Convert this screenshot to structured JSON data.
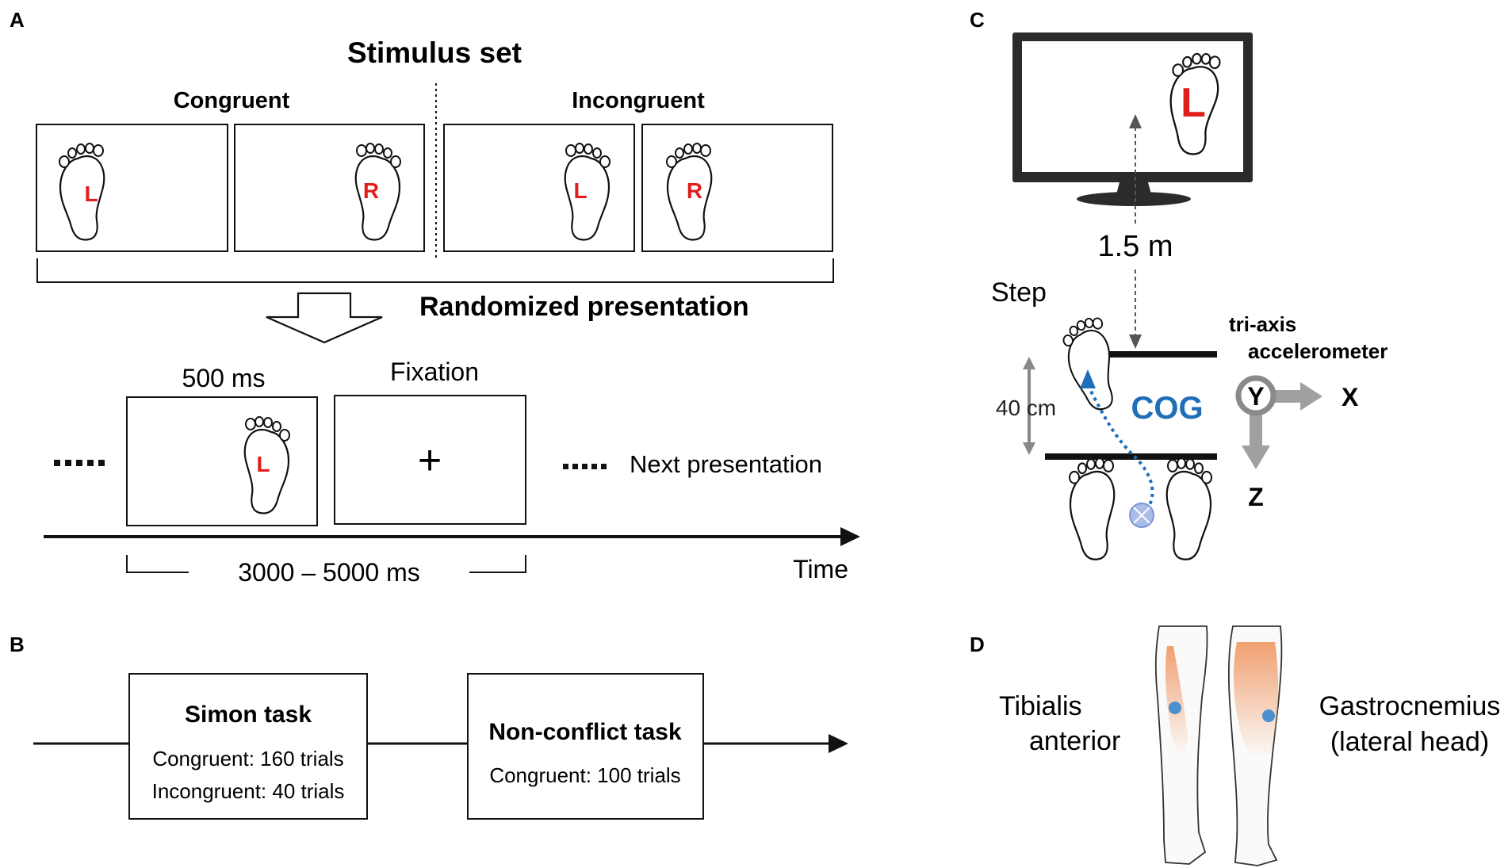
{
  "colors": {
    "letter_red": "#e11d1d",
    "cog_blue": "#1f6fb8",
    "muscle_orange": "#f0a070",
    "muscle_dot": "#4a8fd0",
    "arrow_gray": "#888888",
    "frame_black": "#111111"
  },
  "panel_a": {
    "label": "A",
    "title": "Stimulus set",
    "congruent": "Congruent",
    "incongruent": "Incongruent",
    "stimuli": [
      {
        "letter": "L",
        "foot": "left"
      },
      {
        "letter": "R",
        "foot": "right"
      },
      {
        "letter": "L",
        "foot": "right"
      },
      {
        "letter": "R",
        "foot": "left"
      }
    ],
    "randomized": "Randomized presentation",
    "duration": "500 ms",
    "fixation": "Fixation",
    "fixation_symbol": "+",
    "sequence_letter": "L",
    "next": "Next presentation",
    "interval": "3000 – 5000 ms",
    "time": "Time"
  },
  "panel_b": {
    "label": "B",
    "simon_title": "Simon task",
    "simon_line1": "Congruent: 160 trials",
    "simon_line2": "Incongruent: 40 trials",
    "nonconflict_title": "Non-conflict task",
    "nonconflict_line1": "Congruent: 100 trials"
  },
  "panel_c": {
    "label": "C",
    "monitor_letter": "L",
    "distance": "1.5 m",
    "step": "Step",
    "step_height": "40 cm",
    "cog": "COG",
    "accel_line1": "tri-axis",
    "accel_line2": "accelerometer",
    "axis_y": "Y",
    "axis_x": "X",
    "axis_z": "Z"
  },
  "panel_d": {
    "label": "D",
    "muscle1_line1": "Tibialis",
    "muscle1_line2": "anterior",
    "muscle2_line1": "Gastrocnemius",
    "muscle2_line2": "(lateral head)"
  }
}
